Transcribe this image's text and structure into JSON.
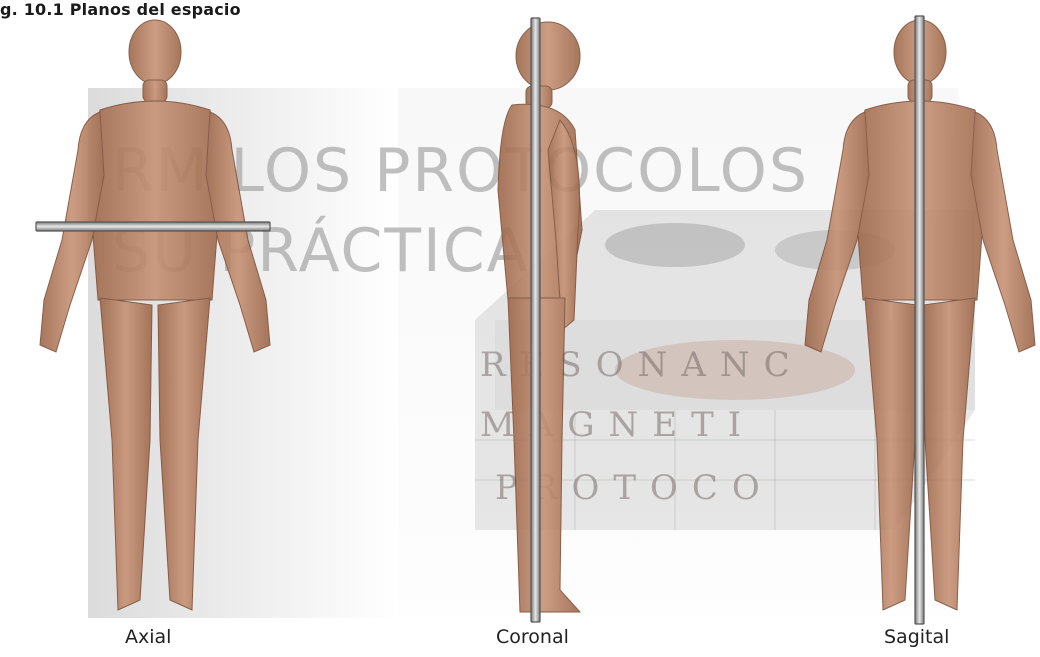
{
  "caption": "g. 10.1 Planos del espacio",
  "watermark": {
    "line1": "RM LOS PROTOCOLOS",
    "line2": "SU PRÁCTICA",
    "book_line1": "RESONANC",
    "book_line2": "MAGNETI",
    "book_line3": "PROTOCO"
  },
  "labels": {
    "axial": "Axial",
    "coronal": "Coronal",
    "sagital": "Sagital"
  },
  "colors": {
    "skin": "#b98668",
    "skin_dark": "#8f5a3e",
    "plane_bar": "#9a9a9a"
  }
}
